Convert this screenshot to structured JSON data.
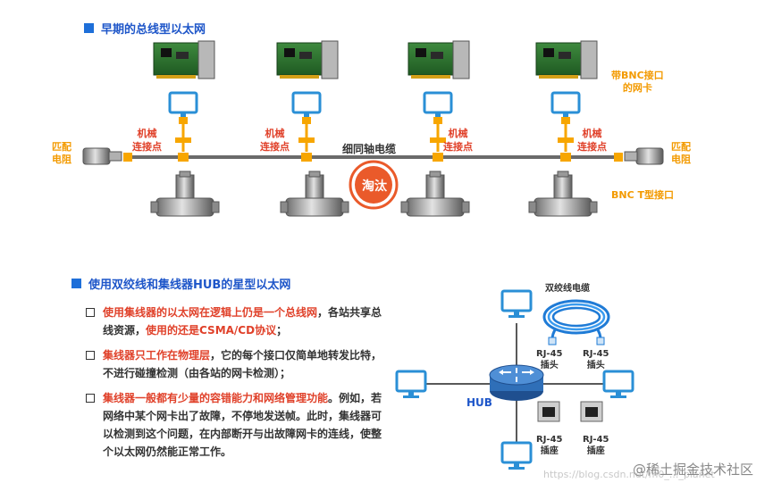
{
  "section1": {
    "title": "早期的总线型以太网",
    "mech_label_line1": "机械",
    "mech_label_line2": "连接点",
    "terminator_line1": "匹配",
    "terminator_line2": "电阻",
    "cable_label": "细同轴电缆",
    "obsolete_stamp": "淘汰",
    "nic_label_line1": "带BNC接口",
    "nic_label_line2": "的网卡",
    "tconnector_label": "BNC T型接口"
  },
  "section2": {
    "title": "使用双绞线和集线器HUB的星型以太网",
    "bullets": [
      {
        "red1": "使用集线器的以太网在逻辑上仍是一个总线网",
        "normal1": "，各站共享总线资源，",
        "red2": "使用的还是CSMA/CD协议",
        "normal2": "；"
      },
      {
        "red1": "集线器只工作在物理层",
        "normal1": "，它的每个接口仅简单地转发比特，不进行碰撞检测（由各站的网卡检测）；"
      },
      {
        "red1": "集线器一般都有少量的容错能力和网络管理功能",
        "normal1": "。例如，若网络中某个网卡出了故障，不停地发送帧。此时，集线器可以检测到这个问题，在内部断开与出故障网卡的连线，使整个以太网仍然能正常工作。"
      }
    ],
    "hub_label": "HUB",
    "twisted_cable_label": "双绞线电缆",
    "rj45_plug_line1": "RJ-45",
    "rj45_plug_line2": "插头",
    "rj45_socket_line1": "RJ-45",
    "rj45_socket_line2": "插座"
  },
  "watermark": "@稀土掘金技术社区",
  "url_watermark": "https://blog.csdn.net/m0_..._planet",
  "colors": {
    "title_blue": "#1e56c9",
    "orange": "#f39a00",
    "red": "#e0412a",
    "monitor_blue": "#2a8fd6"
  }
}
